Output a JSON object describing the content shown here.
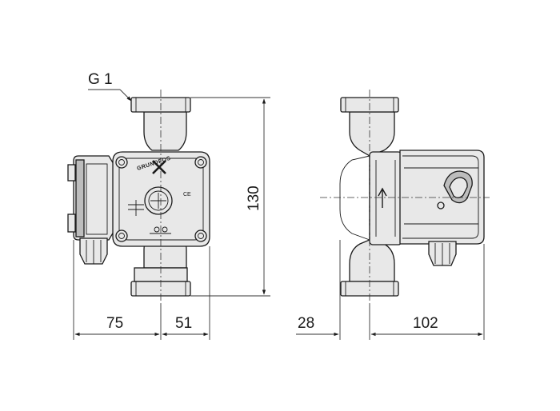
{
  "connection_label": "G 1",
  "dimensions": {
    "height": "130",
    "front_left": "75",
    "front_right": "51",
    "side_left": "28",
    "side_right": "102"
  },
  "branding": {
    "logo_text": "GRUNDFOS",
    "ce_mark": "CE"
  }
}
